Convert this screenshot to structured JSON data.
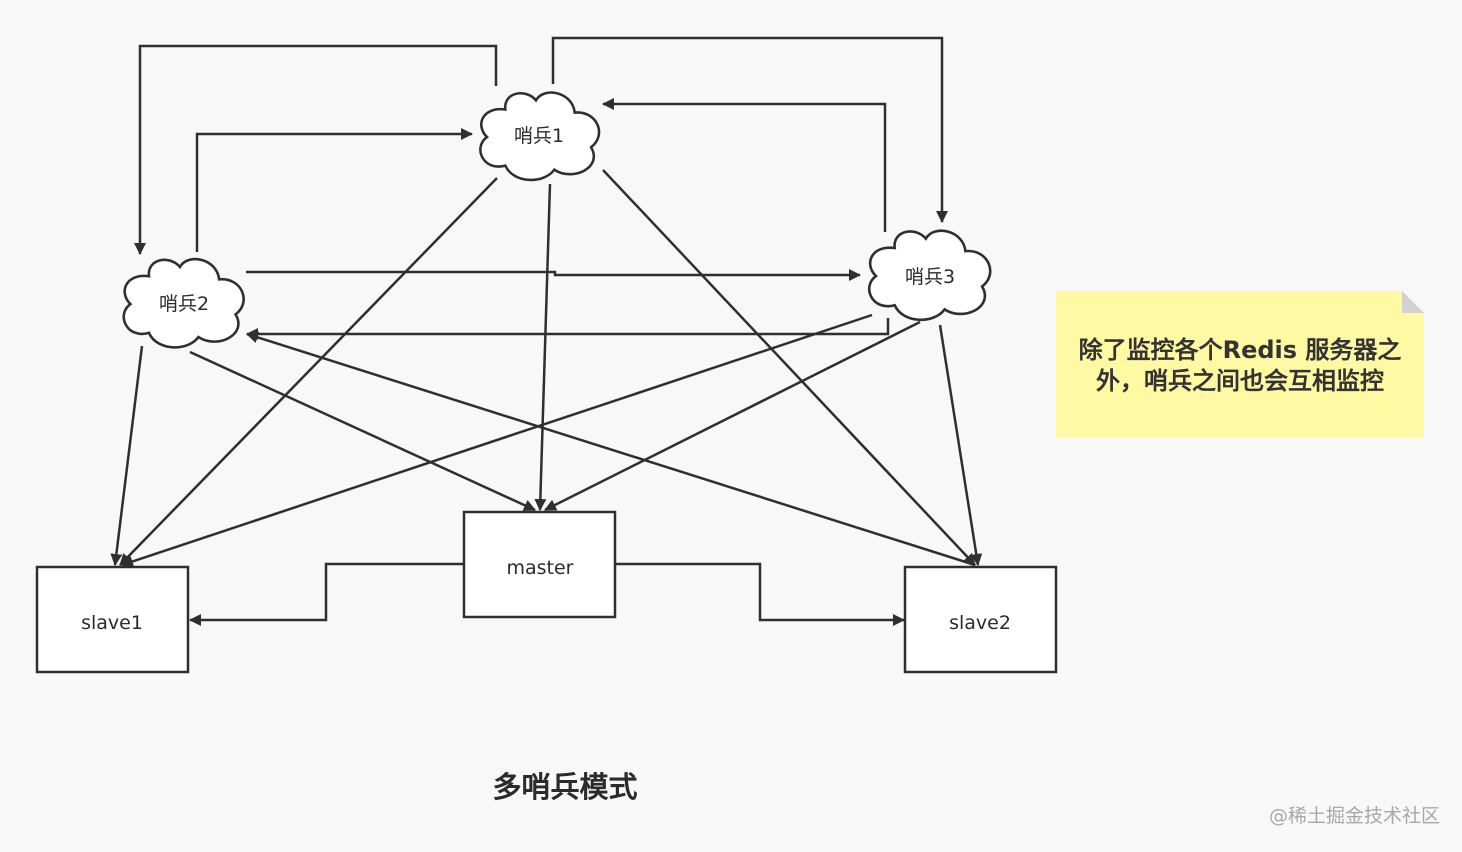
{
  "nodes": {
    "sentinel1": "哨兵1",
    "sentinel2": "哨兵2",
    "sentinel3": "哨兵3",
    "master": "master",
    "slave1": "slave1",
    "slave2": "slave2"
  },
  "note": {
    "text": "除了监控各个Redis 服务器之外，哨兵之间也会互相监控"
  },
  "caption": "多哨兵模式",
  "watermark": "@稀土掘金技术社区",
  "colors": {
    "note_bg": "#fff9a4",
    "line": "#2f2f2f",
    "background": "#f8f8f8"
  }
}
